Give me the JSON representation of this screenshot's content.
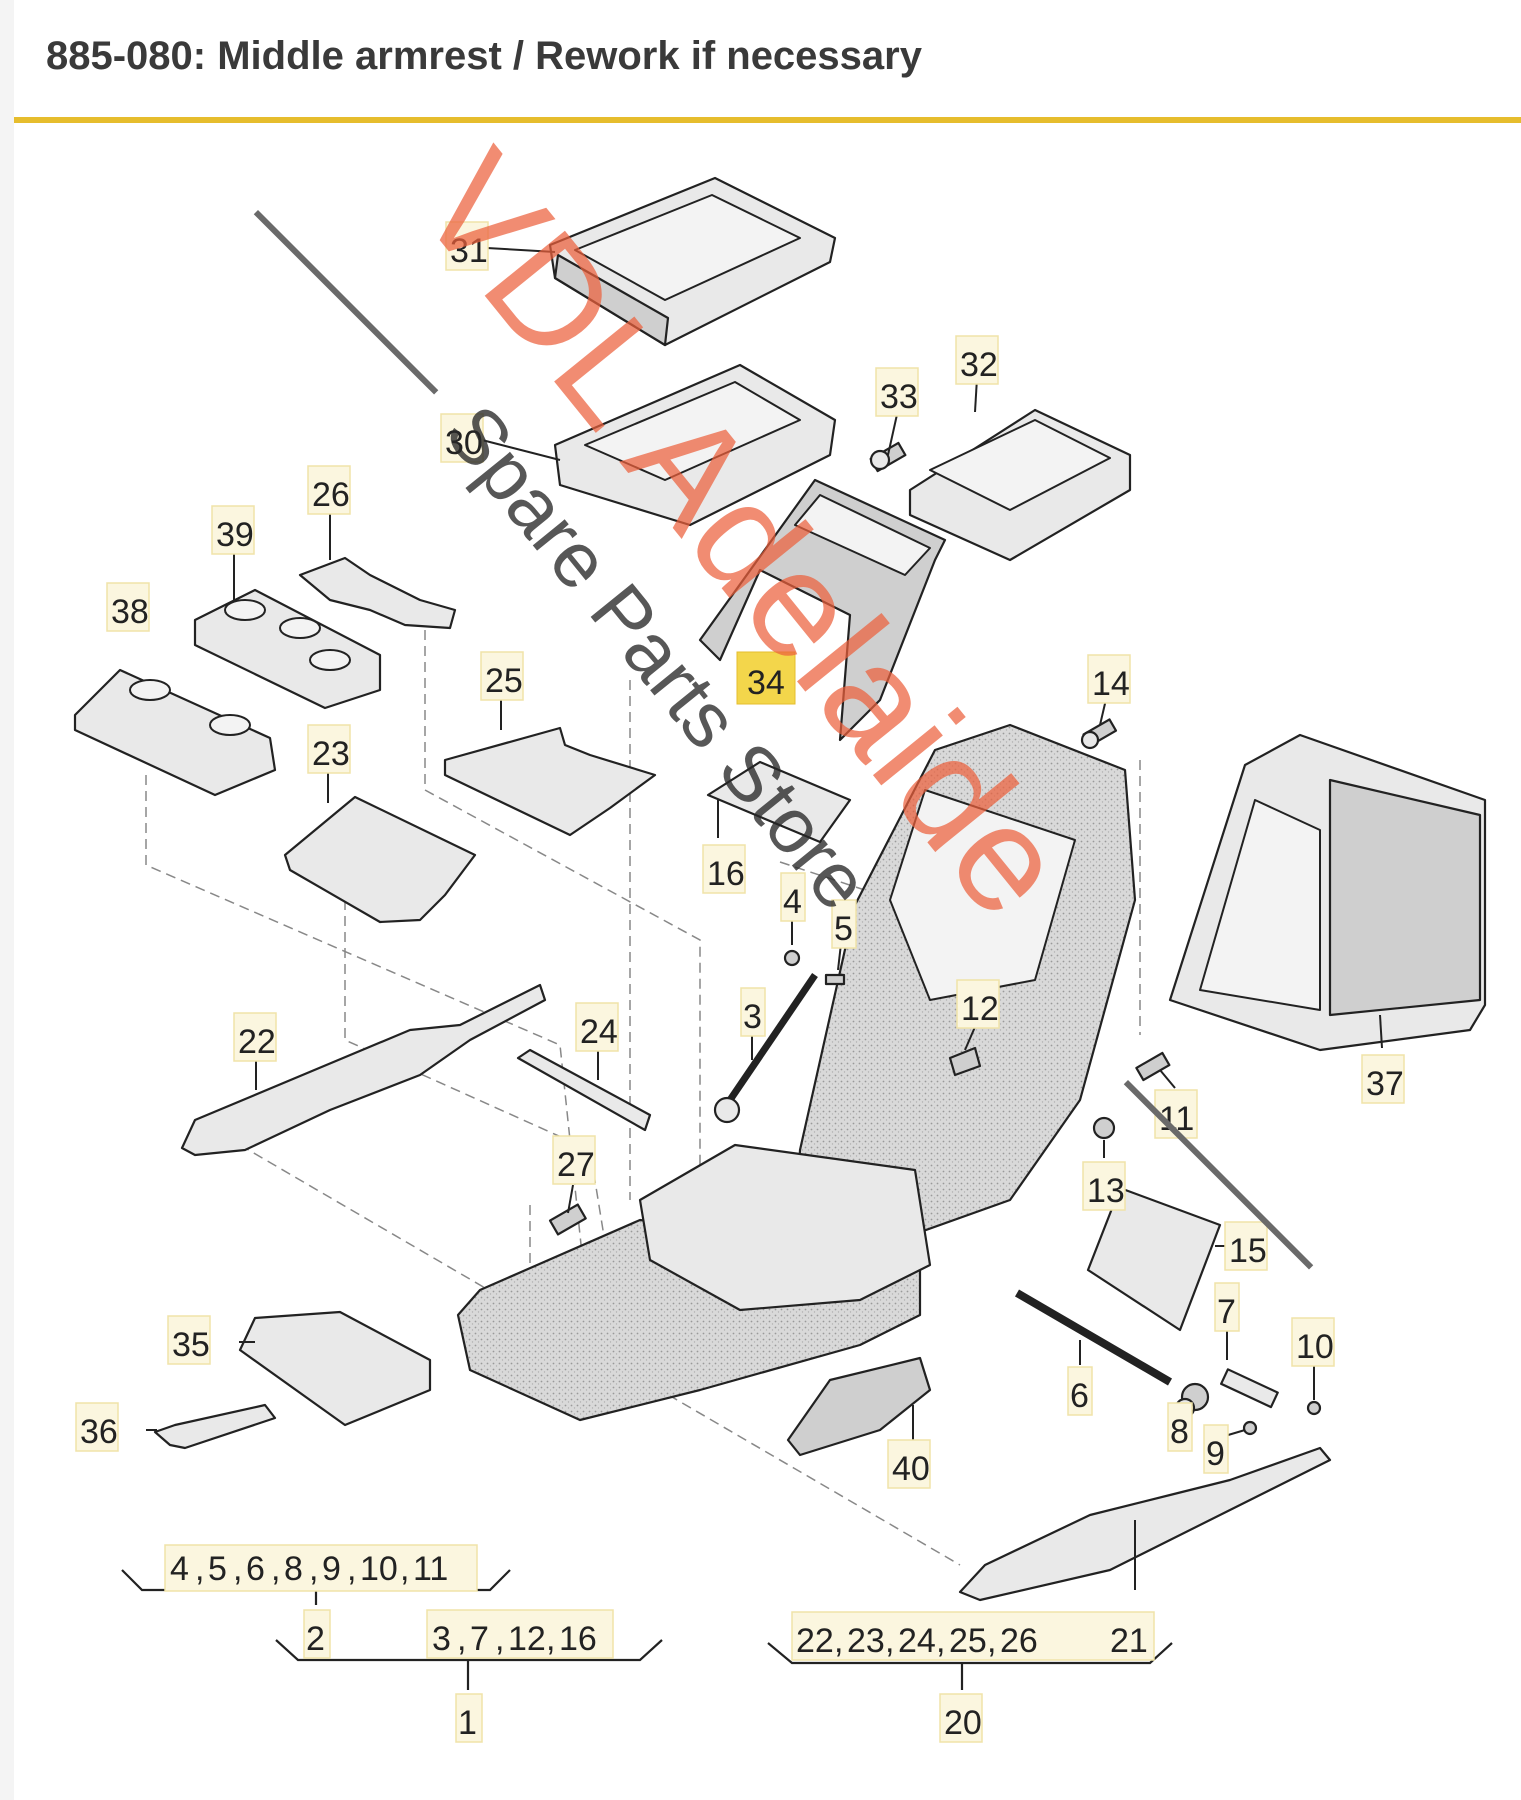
{
  "header": {
    "title": "885-080: Middle armrest / Rework if necessary"
  },
  "colors": {
    "title_rule": "#e6bd2d",
    "label_highlight": "#fbf6df",
    "selected_label": "#f3d64b",
    "watermark_main": "#eb5f3c"
  },
  "watermark": {
    "main": "VDL Adelaide",
    "sub": "Spare Parts Store"
  },
  "part_labels": {
    "p31": "31",
    "p30": "30",
    "p33": "33",
    "p32": "32",
    "p26": "26",
    "p39": "39",
    "p38": "38",
    "p25": "25",
    "p34": "34",
    "p23": "23",
    "p16": "16",
    "p14": "14",
    "p4": "4",
    "p5": "5",
    "p3": "3",
    "p12": "12",
    "p37": "37",
    "p22": "22",
    "p24": "24",
    "p11": "11",
    "p27": "27",
    "p13": "13",
    "p15": "15",
    "p7": "7",
    "p10": "10",
    "p35": "35",
    "p6": "6",
    "p8": "8",
    "p9": "9",
    "p36": "36",
    "p40": "40",
    "p21": "21"
  },
  "groups": {
    "g2_members": [
      "4",
      "5",
      "6",
      "8",
      "9",
      "10",
      "11"
    ],
    "g2_label": "2",
    "g1_members": [
      "3",
      "7",
      "12",
      "16"
    ],
    "g1_label": "1",
    "g20_members": [
      "22",
      "23",
      "24",
      "25",
      "26",
      "21"
    ],
    "g20_label": "20"
  },
  "selected_part": "34"
}
